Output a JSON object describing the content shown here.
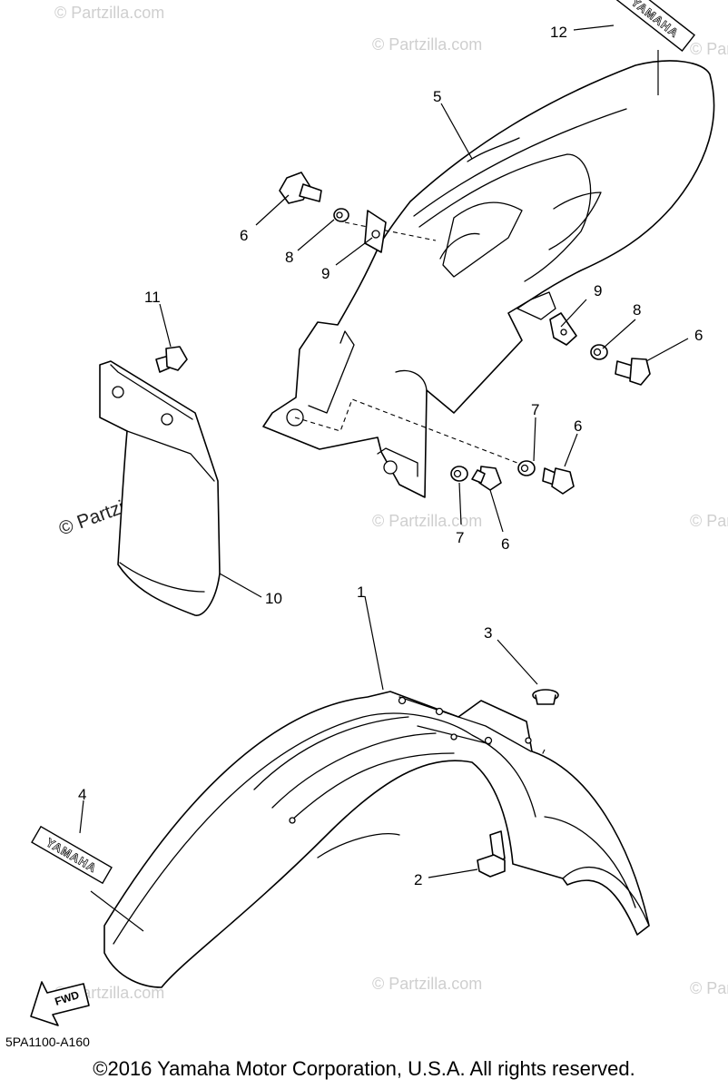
{
  "watermarks": {
    "text": "© Partzilla.com",
    "main": "© Partzilla.com"
  },
  "callouts": {
    "c1": "1",
    "c2": "2",
    "c3": "3",
    "c4": "4",
    "c5": "5",
    "c6a": "6",
    "c6b": "6",
    "c6c": "6",
    "c6d": "6",
    "c7a": "7",
    "c7b": "7",
    "c8a": "8",
    "c8b": "8",
    "c9a": "9",
    "c9b": "9",
    "c10": "10",
    "c11": "11",
    "c12": "12"
  },
  "decals": {
    "brand_front": "YAMAHA",
    "brand_rear": "YAMAHA"
  },
  "fwd_label": "FWD",
  "diagram_code": "5PA1100-A160",
  "copyright": "©2016 Yamaha Motor Corporation, U.S.A. All rights reserved."
}
